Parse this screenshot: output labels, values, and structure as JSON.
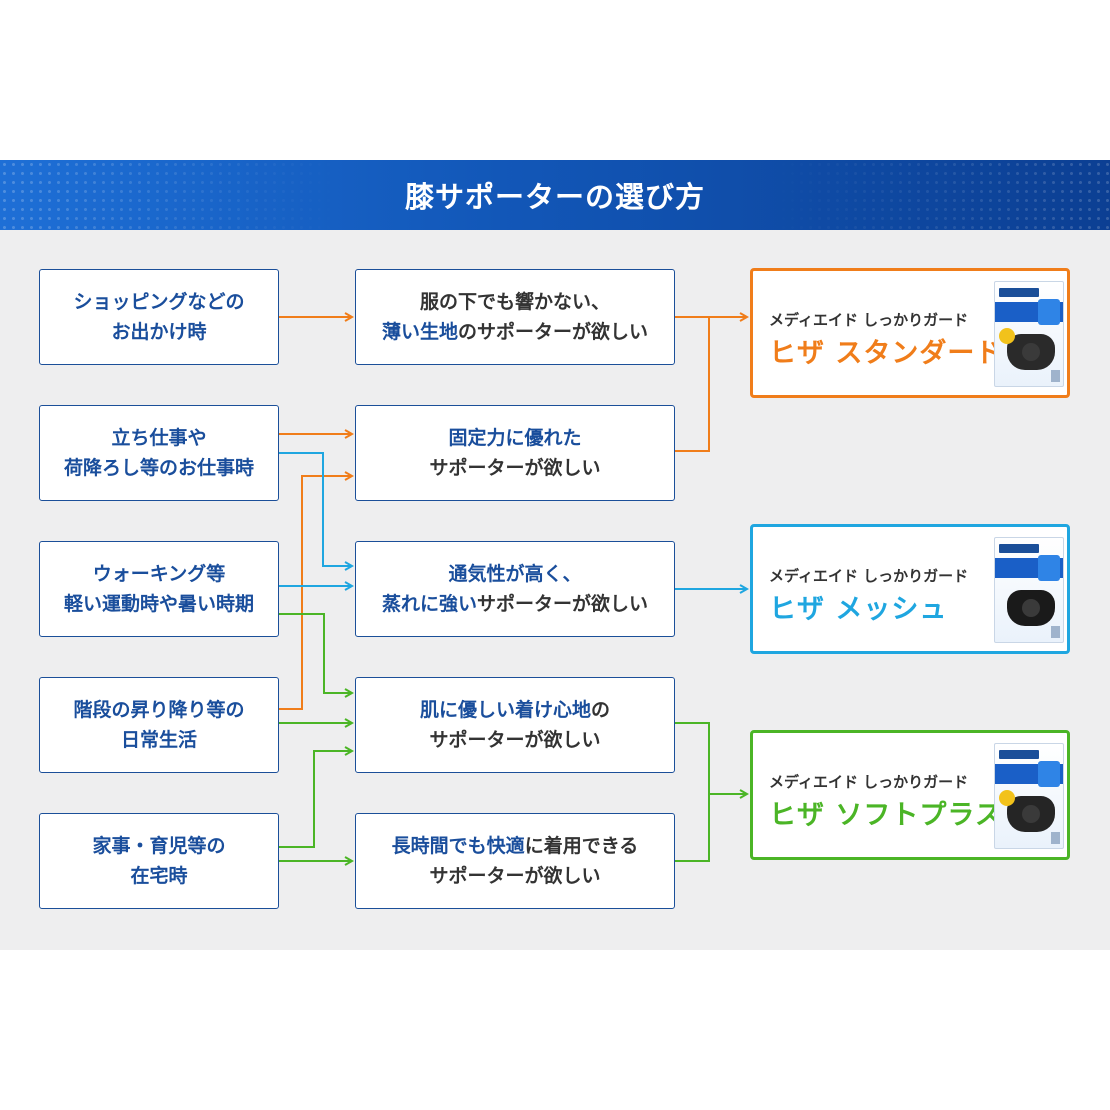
{
  "title": "膝サポーターの選び方",
  "situations": [
    {
      "lines": [
        "ショッピングなどの",
        "お出かけ時"
      ]
    },
    {
      "lines": [
        "立ち仕事や",
        "荷降ろし等のお仕事時"
      ]
    },
    {
      "lines": [
        "ウォーキング等",
        "軽い運動時や暑い時期"
      ]
    },
    {
      "lines": [
        "階段の昇り降り等の",
        "日常生活"
      ]
    },
    {
      "lines": [
        "家事・育児等の",
        "在宅時"
      ]
    }
  ],
  "needs": [
    {
      "l1": [
        {
          "t": "服の下でも響かない、",
          "hl": false
        }
      ],
      "l2": [
        {
          "t": "薄い生地",
          "hl": true
        },
        {
          "t": "のサポーターが欲しい",
          "hl": false
        }
      ]
    },
    {
      "l1": [
        {
          "t": "固定力に優れた",
          "hl": true
        }
      ],
      "l2": [
        {
          "t": "サポーターが欲しい",
          "hl": false
        }
      ]
    },
    {
      "l1": [
        {
          "t": "通気性が高く、",
          "hl": true
        }
      ],
      "l2": [
        {
          "t": "蒸れに強い",
          "hl": true
        },
        {
          "t": "サポーターが欲しい",
          "hl": false
        }
      ]
    },
    {
      "l1": [
        {
          "t": "肌に優しい着け心地",
          "hl": true
        },
        {
          "t": "の",
          "hl": false
        }
      ],
      "l2": [
        {
          "t": "サポーターが欲しい",
          "hl": false
        }
      ]
    },
    {
      "l1": [
        {
          "t": "長時間でも快適",
          "hl": true
        },
        {
          "t": "に着用できる",
          "hl": false
        }
      ],
      "l2": [
        {
          "t": "サポーターが欲しい",
          "hl": false
        }
      ]
    }
  ],
  "products": [
    {
      "sub": "メディエイド しっかりガード",
      "name": "ヒザ スタンダード",
      "color": "#f07d1a"
    },
    {
      "sub": "メディエイド しっかりガード",
      "name": "ヒザ メッシュ",
      "color": "#1fa6e0"
    },
    {
      "sub": "メディエイド しっかりガード",
      "name": "ヒザ ソフトプラス",
      "color": "#4bb526"
    }
  ],
  "colors": {
    "orange": "#f07d1a",
    "blue": "#1fa6e0",
    "green": "#4bb526",
    "navy": "#1a4e9c"
  }
}
